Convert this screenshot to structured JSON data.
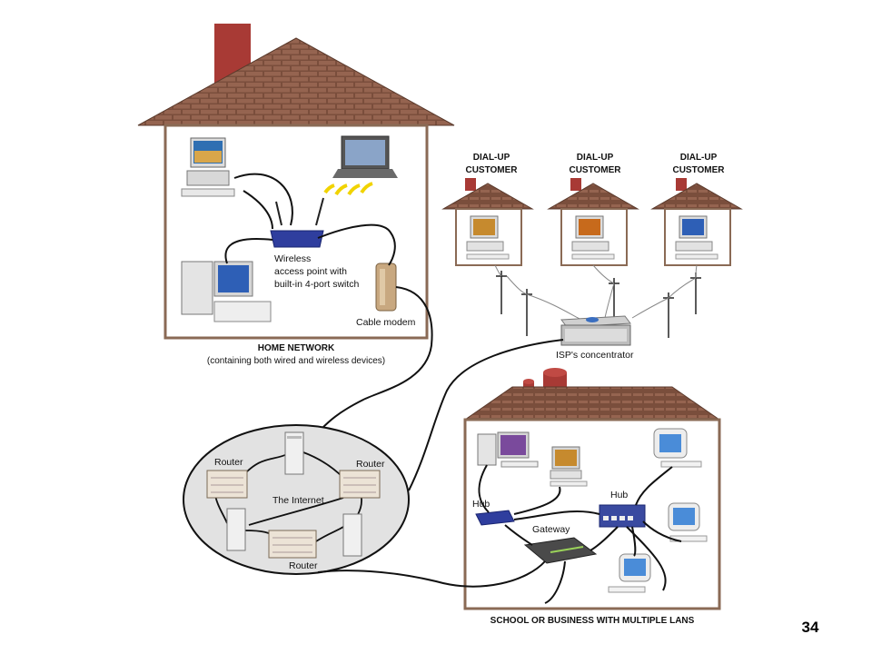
{
  "home_network": {
    "title": "HOME NETWORK",
    "subtitle": "(containing both wired and wireless devices)",
    "wireless_label_1": "Wireless",
    "wireless_label_2": "access point with",
    "wireless_label_3": "built-in 4-port switch",
    "cable_modem_label": "Cable modem"
  },
  "dialup": {
    "customers": [
      {
        "line1": "DIAL-UP",
        "line2": "CUSTOMER"
      },
      {
        "line1": "DIAL-UP",
        "line2": "CUSTOMER"
      },
      {
        "line1": "DIAL-UP",
        "line2": "CUSTOMER"
      }
    ],
    "concentrator_label": "ISP's concentrator"
  },
  "internet": {
    "label": "The Internet",
    "routers": [
      "Router",
      "Router",
      "Router"
    ]
  },
  "school": {
    "title": "SCHOOL OR BUSINESS WITH MULTIPLE LANS",
    "hub_left": "Hub",
    "hub_right": "Hub",
    "gateway": "Gateway"
  },
  "page_number": "34",
  "colors": {
    "roof": "#7a4e3c",
    "chimney": "#a83a35",
    "wall": "#8a6a55",
    "cloud": "#e2e2e2",
    "hub_blue": "#3a4aa0"
  }
}
